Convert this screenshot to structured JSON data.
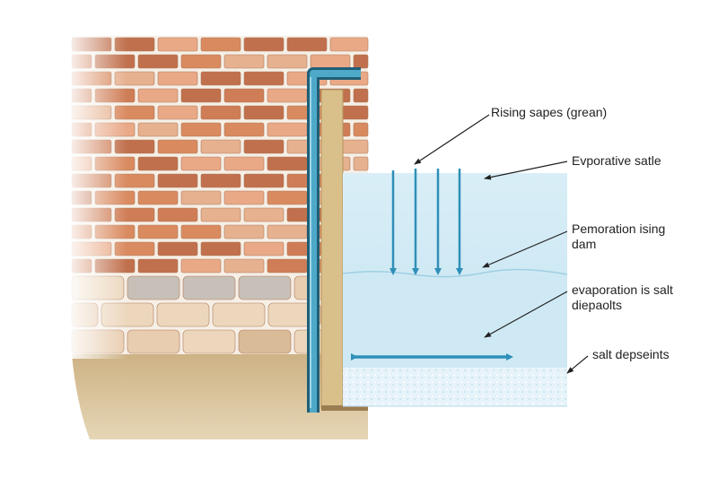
{
  "labels": {
    "rising": "Rising sapes (grean)",
    "evaporative": "Evporative satle",
    "pemoration_1": "Pemoration ising",
    "pemoration_2": "dam",
    "evaporation_1": "evaporation is salt",
    "evaporation_2": "diepaolts",
    "salt": "salt depseints"
  },
  "colors": {
    "brick_light": "#e9a987",
    "brick_mid": "#d98a5f",
    "brick_dark": "#c0704c",
    "mortar": "#f6efe6",
    "soil": "#d8c29a",
    "plaster": "#d9c08a",
    "pipe": "#2a86a8",
    "water": "#cde8f3",
    "salt": "#e9f4f9",
    "arrow": "#2f8fb8"
  }
}
